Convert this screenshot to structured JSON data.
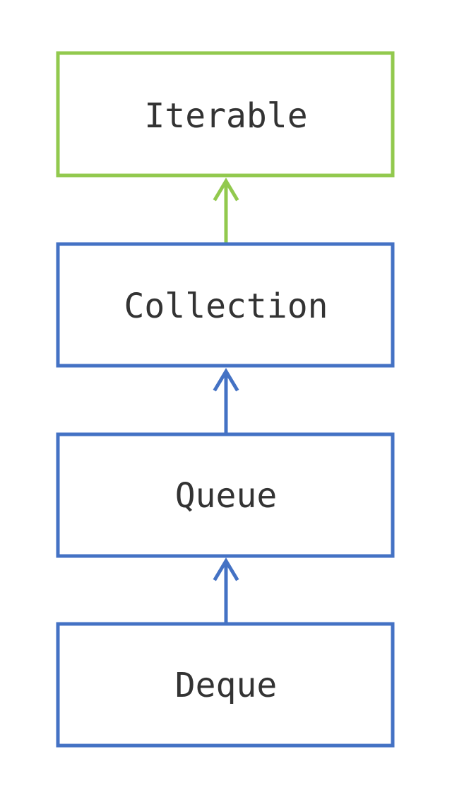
{
  "diagram": {
    "nodes": [
      {
        "id": "iterable",
        "label": "Iterable",
        "color": "#92c94e"
      },
      {
        "id": "collection",
        "label": "Collection",
        "color": "#4472c4"
      },
      {
        "id": "queue",
        "label": "Queue",
        "color": "#4472c4"
      },
      {
        "id": "deque",
        "label": "Deque",
        "color": "#4472c4"
      }
    ],
    "edges": [
      {
        "from": "collection",
        "to": "iterable",
        "color": "#92c94e"
      },
      {
        "from": "queue",
        "to": "collection",
        "color": "#4472c4"
      },
      {
        "from": "deque",
        "to": "queue",
        "color": "#4472c4"
      }
    ],
    "text_color": "#333333",
    "background": "#ffffff"
  }
}
